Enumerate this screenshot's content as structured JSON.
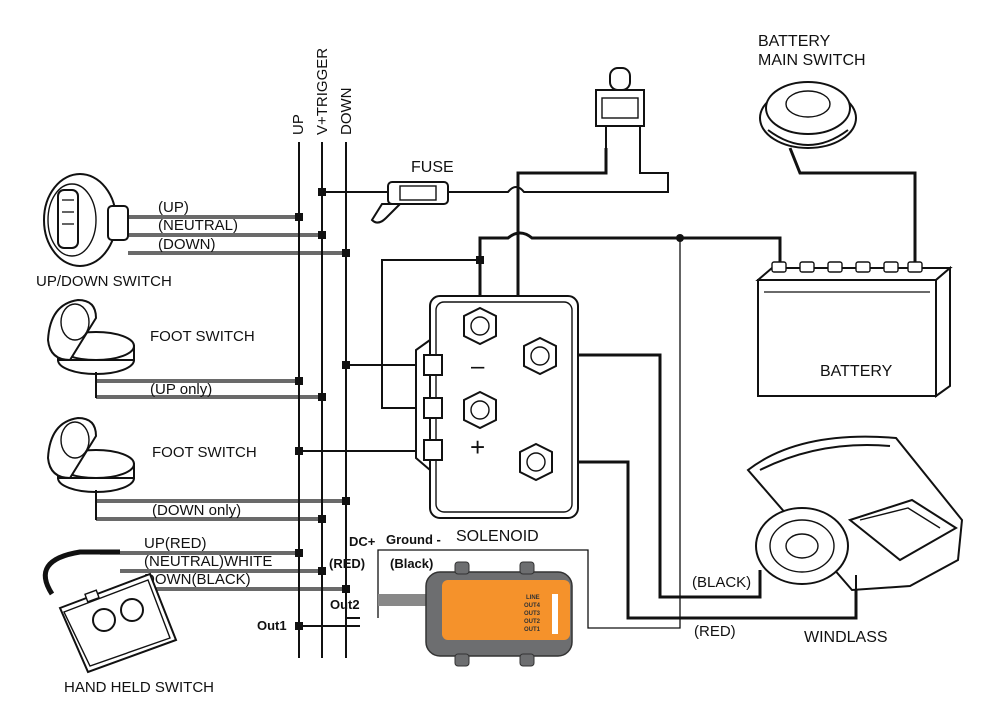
{
  "bus_labels": {
    "up": "UP",
    "trigger": "V+TRIGGER",
    "down": "DOWN"
  },
  "components": {
    "fuse": "FUSE",
    "battery_main_switch": [
      "BATTERY",
      "MAIN SWITCH"
    ],
    "battery": "BATTERY",
    "solenoid": "SOLENOID",
    "windlass": "WINDLASS",
    "updown_switch": "UP/DOWN SWITCH",
    "foot_switch_1": "FOOT SWITCH",
    "foot_switch_2": "FOOT SWITCH",
    "hand_held_switch": "HAND HELD SWITCH"
  },
  "wire_labels": {
    "up": "(UP)",
    "neutral": "(NEUTRAL)",
    "down": "(DOWN)",
    "up_only": "(UP only)",
    "down_only": "(DOWN only)",
    "up_red": "UP(RED)",
    "neutral_white": "(NEUTRAL)WHITE",
    "down_black": "DOWN(BLACK)",
    "black": "(BLACK)",
    "red": "(RED)"
  },
  "terminal_signs": {
    "minus": "–",
    "plus": "+"
  },
  "controller": {
    "dc_plus": "DC+",
    "red": "(RED)",
    "ground": "Ground -",
    "black": "(Black)",
    "out1": "Out1",
    "out2": "Out2",
    "panel_labels": [
      "LINE",
      "OUT4",
      "OUT3",
      "OUT2",
      "OUT1"
    ]
  },
  "colors": {
    "line": "#111111",
    "controller_body": "#f5922b",
    "controller_dark": "#6d6e70"
  }
}
